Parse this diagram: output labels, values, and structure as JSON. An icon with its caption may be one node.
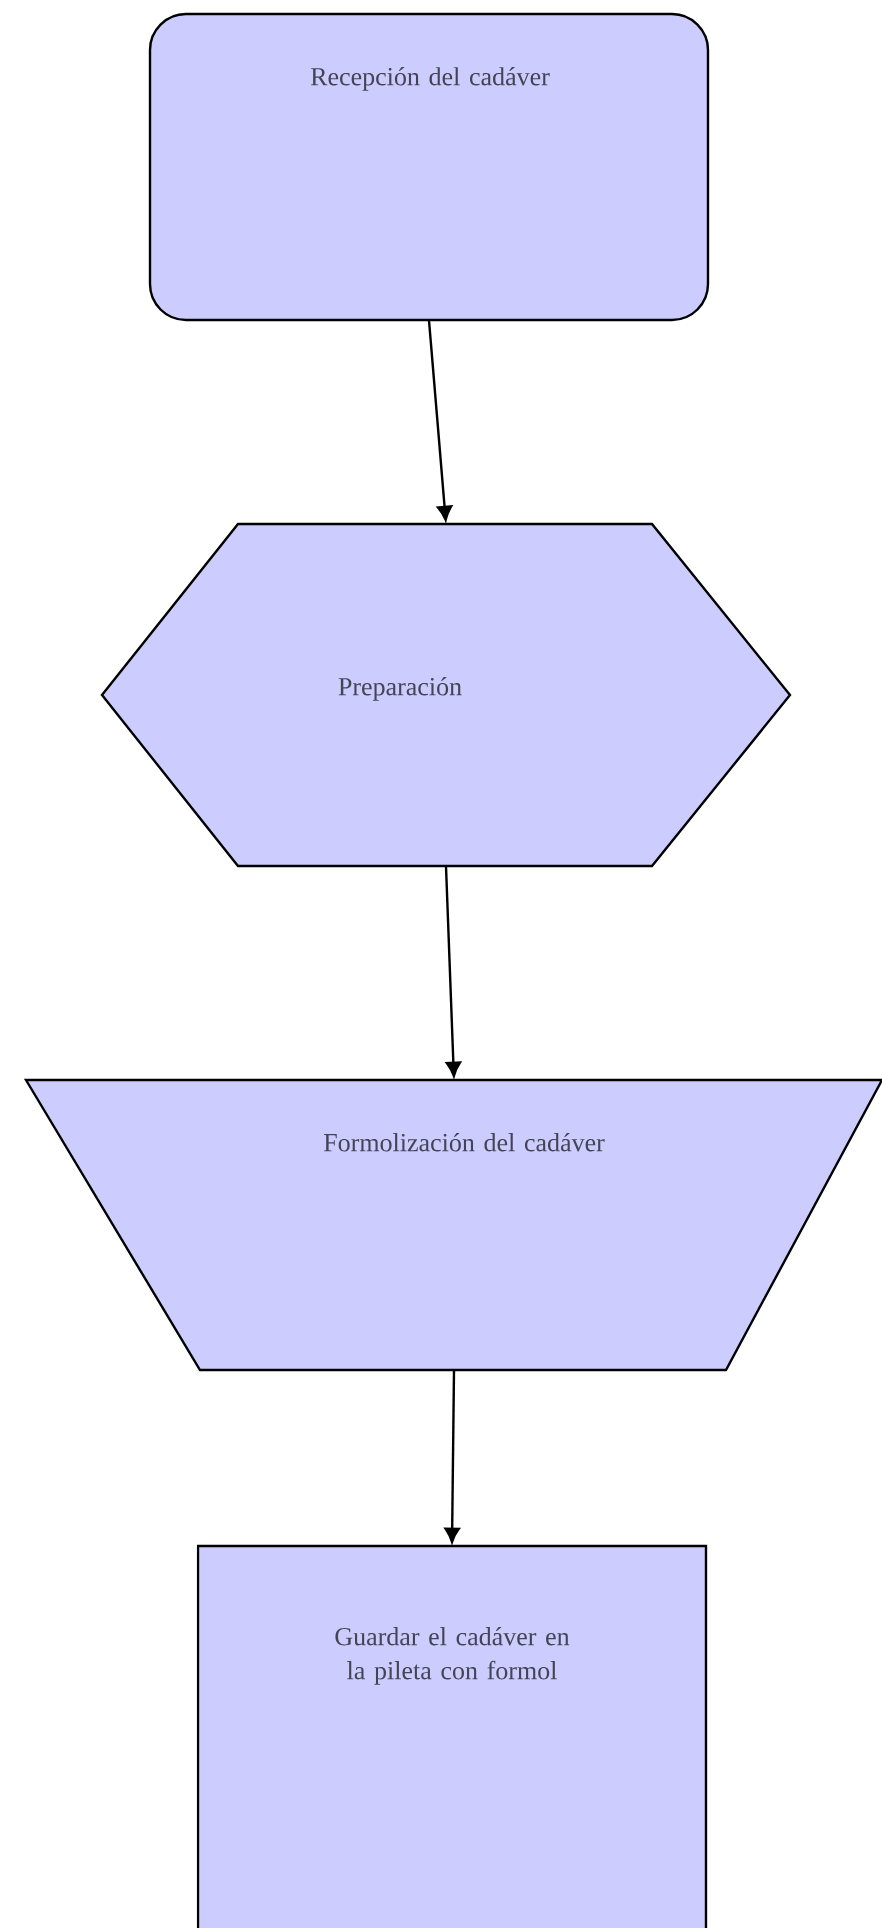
{
  "diagram": {
    "nodes": [
      {
        "text": [
          "Recepción del cadáver"
        ]
      },
      {
        "text": [
          "Preparación"
        ]
      },
      {
        "text": [
          "Formolización del cadáver"
        ]
      },
      {
        "text": [
          "Guardar el cadáver en la pileta con formol"
        ]
      }
    ],
    "edges": [
      {
        "from": 0,
        "to": 1,
        "arrow": "to"
      },
      {
        "from": 1,
        "to": 2,
        "arrow": "to"
      },
      {
        "from": 2,
        "to": 3,
        "arrow": "to"
      }
    ]
  }
}
